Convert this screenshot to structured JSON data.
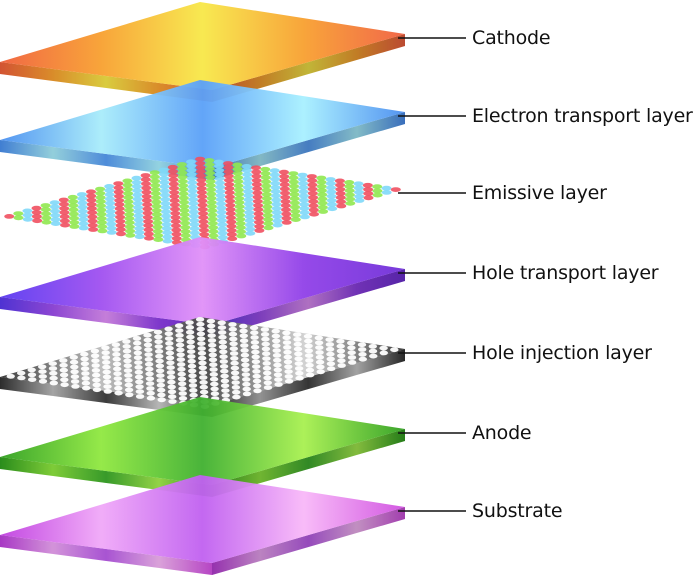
{
  "title": "OLED layer structure",
  "layers": [
    {
      "label": "Cathode",
      "type": "slab",
      "colors": [
        "#f0603a",
        "#f8a030",
        "#f8e848",
        "#f8a030",
        "#f06040"
      ]
    },
    {
      "label": "Electron transport layer",
      "type": "slab",
      "colors": [
        "#4a90f0",
        "#a8ecfa",
        "#5aa0f8",
        "#a8f0ff",
        "#4a8ef0"
      ]
    },
    {
      "label": "Emissive layer",
      "type": "dots",
      "colors": [
        "#f05060",
        "#90e850",
        "#80d8f8"
      ]
    },
    {
      "label": "Hole transport layer",
      "type": "slab",
      "colors": [
        "#5a3af0",
        "#a050f0",
        "#e090f8",
        "#9040e8",
        "#7030d8"
      ]
    },
    {
      "label": "Hole injection layer",
      "type": "perforated",
      "colors": [
        "#333333",
        "#bbbbbb",
        "#444444",
        "#d0d0d0",
        "#333333"
      ]
    },
    {
      "label": "Anode",
      "type": "slab",
      "colors": [
        "#30a020",
        "#90e840",
        "#40b030",
        "#a8f050",
        "#30a020"
      ]
    },
    {
      "label": "Substrate",
      "type": "slab",
      "colors": [
        "#c040e0",
        "#f0a8f8",
        "#c060f0",
        "#f8b8f8",
        "#d050e0"
      ]
    }
  ]
}
